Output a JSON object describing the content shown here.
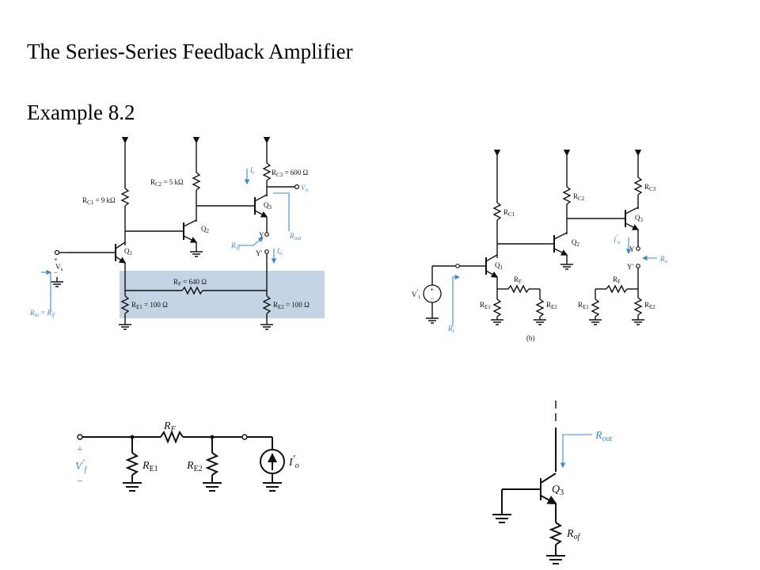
{
  "header": {
    "title": "The Series-Series Feedback Amplifier",
    "example": "Example 8.2"
  },
  "circuit_a": {
    "rc1": "R",
    "rc1_sub": "C1",
    "rc1_val": " = 9 kΩ",
    "rc2": "R",
    "rc2_sub": "C2",
    "rc2_val": " = 5 kΩ",
    "rc3": "R",
    "rc3_sub": "C3",
    "rc3_val": " = 600 Ω",
    "rf": "R",
    "rf_sub": "F",
    "rf_val": " = 640 Ω",
    "re1": "R",
    "re1_sub": "E1",
    "re1_val": " = 100 Ω",
    "re2": "R",
    "re2_sub": "E2",
    "re2_val": " = 100 Ω",
    "q1": "Q",
    "q1_sub": "1",
    "q2": "Q",
    "q2_sub": "2",
    "q3": "Q",
    "q3_sub": "3",
    "vs": "V",
    "vs_sub": "s",
    "plus": "+",
    "minus": "−",
    "vo": "V",
    "vo_sub": "o",
    "ic": "I",
    "ic_sub": "c",
    "io": "I",
    "io_sub": "o",
    "y": "Y",
    "yp": "Y′",
    "rof": "R",
    "rof_sub": "of",
    "rout": "R",
    "rout_sub": "out",
    "rin": "R",
    "rin_sub": "in",
    "rin_eq": " = R",
    "rin_sub2": "if"
  },
  "circuit_b": {
    "rc1": "R",
    "rc1_sub": "C1",
    "rc2": "R",
    "rc2_sub": "C2",
    "rc3": "R",
    "rc3_sub": "C3",
    "rf": "R",
    "rf_sub": "F",
    "re1": "R",
    "re1_sub": "E1",
    "re2": "R",
    "re2_sub": "E2",
    "q1": "Q",
    "q1_sub": "1",
    "q2": "Q",
    "q2_sub": "2",
    "q3": "Q",
    "q3_sub": "3",
    "vi": "V",
    "vi_sub": "i",
    "vi_prime": "′",
    "plus": "+",
    "minus": "−",
    "ri": "R",
    "ri_sub": "i",
    "ro": "R",
    "ro_sub": "o",
    "io": "I",
    "io_sub": "o",
    "io_prime": "′",
    "y": "Y",
    "yp": "Y′",
    "caption": "(b)"
  },
  "circuit_c": {
    "rf": "R",
    "rf_sub": "F",
    "re1": "R",
    "re1_sub": "E1",
    "re2": "R",
    "re2_sub": "E2",
    "vf": "V",
    "vf_prime": "′",
    "vf_sub": "f",
    "io": "I",
    "io_prime": "′",
    "io_sub": "o",
    "plus": "+",
    "minus": "−"
  },
  "circuit_d": {
    "rout": "R",
    "rout_sub": "out",
    "q3": "Q",
    "q3_sub": "3",
    "rof": "R",
    "rof_sub": "of"
  }
}
